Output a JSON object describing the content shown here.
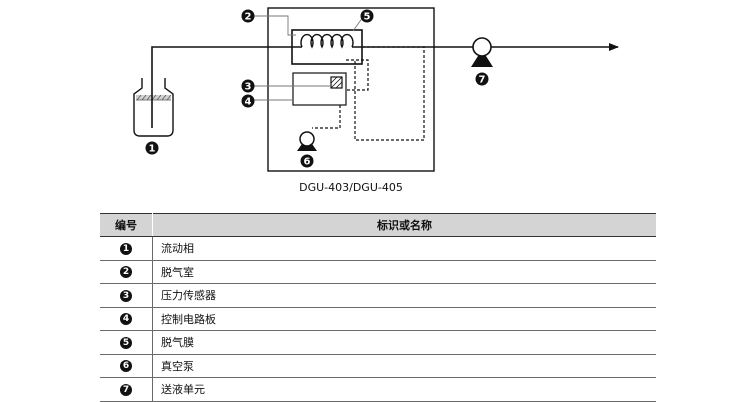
{
  "diagram": {
    "device_label": "DGU-403/DGU-405",
    "callouts": [
      "1",
      "2",
      "3",
      "4",
      "5",
      "6",
      "7"
    ]
  },
  "table": {
    "headers": [
      "编号",
      "标识或名称"
    ],
    "rows": [
      {
        "num": "1",
        "name": "流动相"
      },
      {
        "num": "2",
        "name": "脱气室"
      },
      {
        "num": "3",
        "name": "压力传感器"
      },
      {
        "num": "4",
        "name": "控制电路板"
      },
      {
        "num": "5",
        "name": "脱气膜"
      },
      {
        "num": "6",
        "name": "真空泵"
      },
      {
        "num": "7",
        "name": "送液单元"
      }
    ]
  }
}
